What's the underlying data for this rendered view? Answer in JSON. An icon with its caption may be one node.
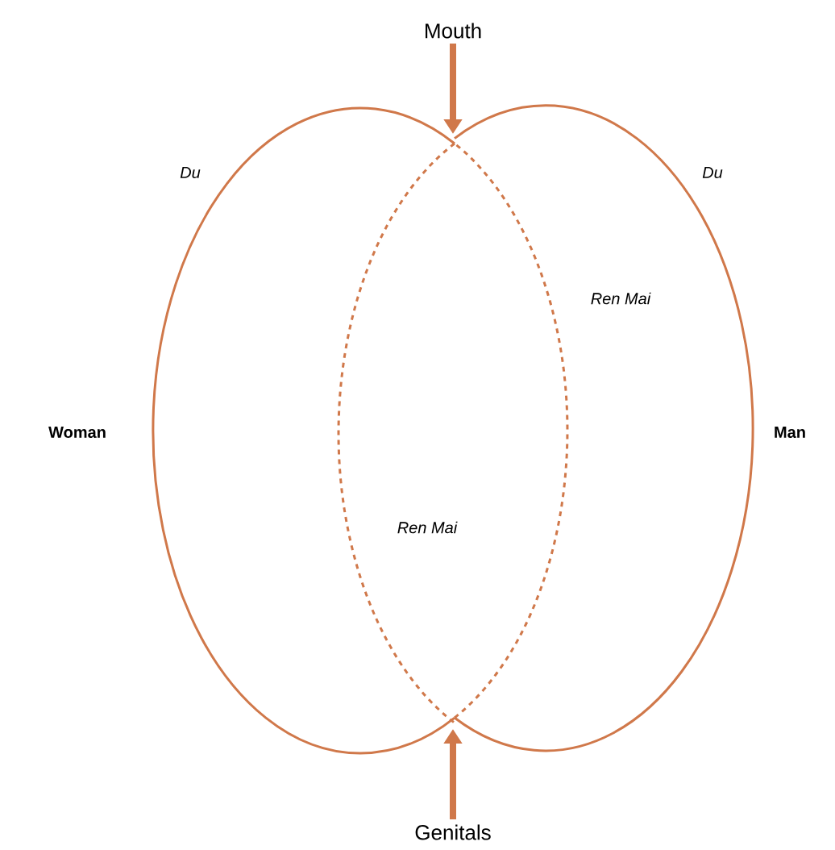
{
  "diagram": {
    "nodes": [
      {
        "text": [
          "Mouth"
        ]
      },
      {
        "text": [
          "Genitals"
        ]
      }
    ],
    "edges": [
      {
        "from": 0,
        "to": null,
        "arrow": "to"
      },
      {
        "from": 1,
        "to": null,
        "arrow": "to"
      }
    ],
    "labels": [
      "Du",
      "Du",
      "Ren Mai",
      "Woman",
      "Man",
      "Ren Mai"
    ]
  }
}
